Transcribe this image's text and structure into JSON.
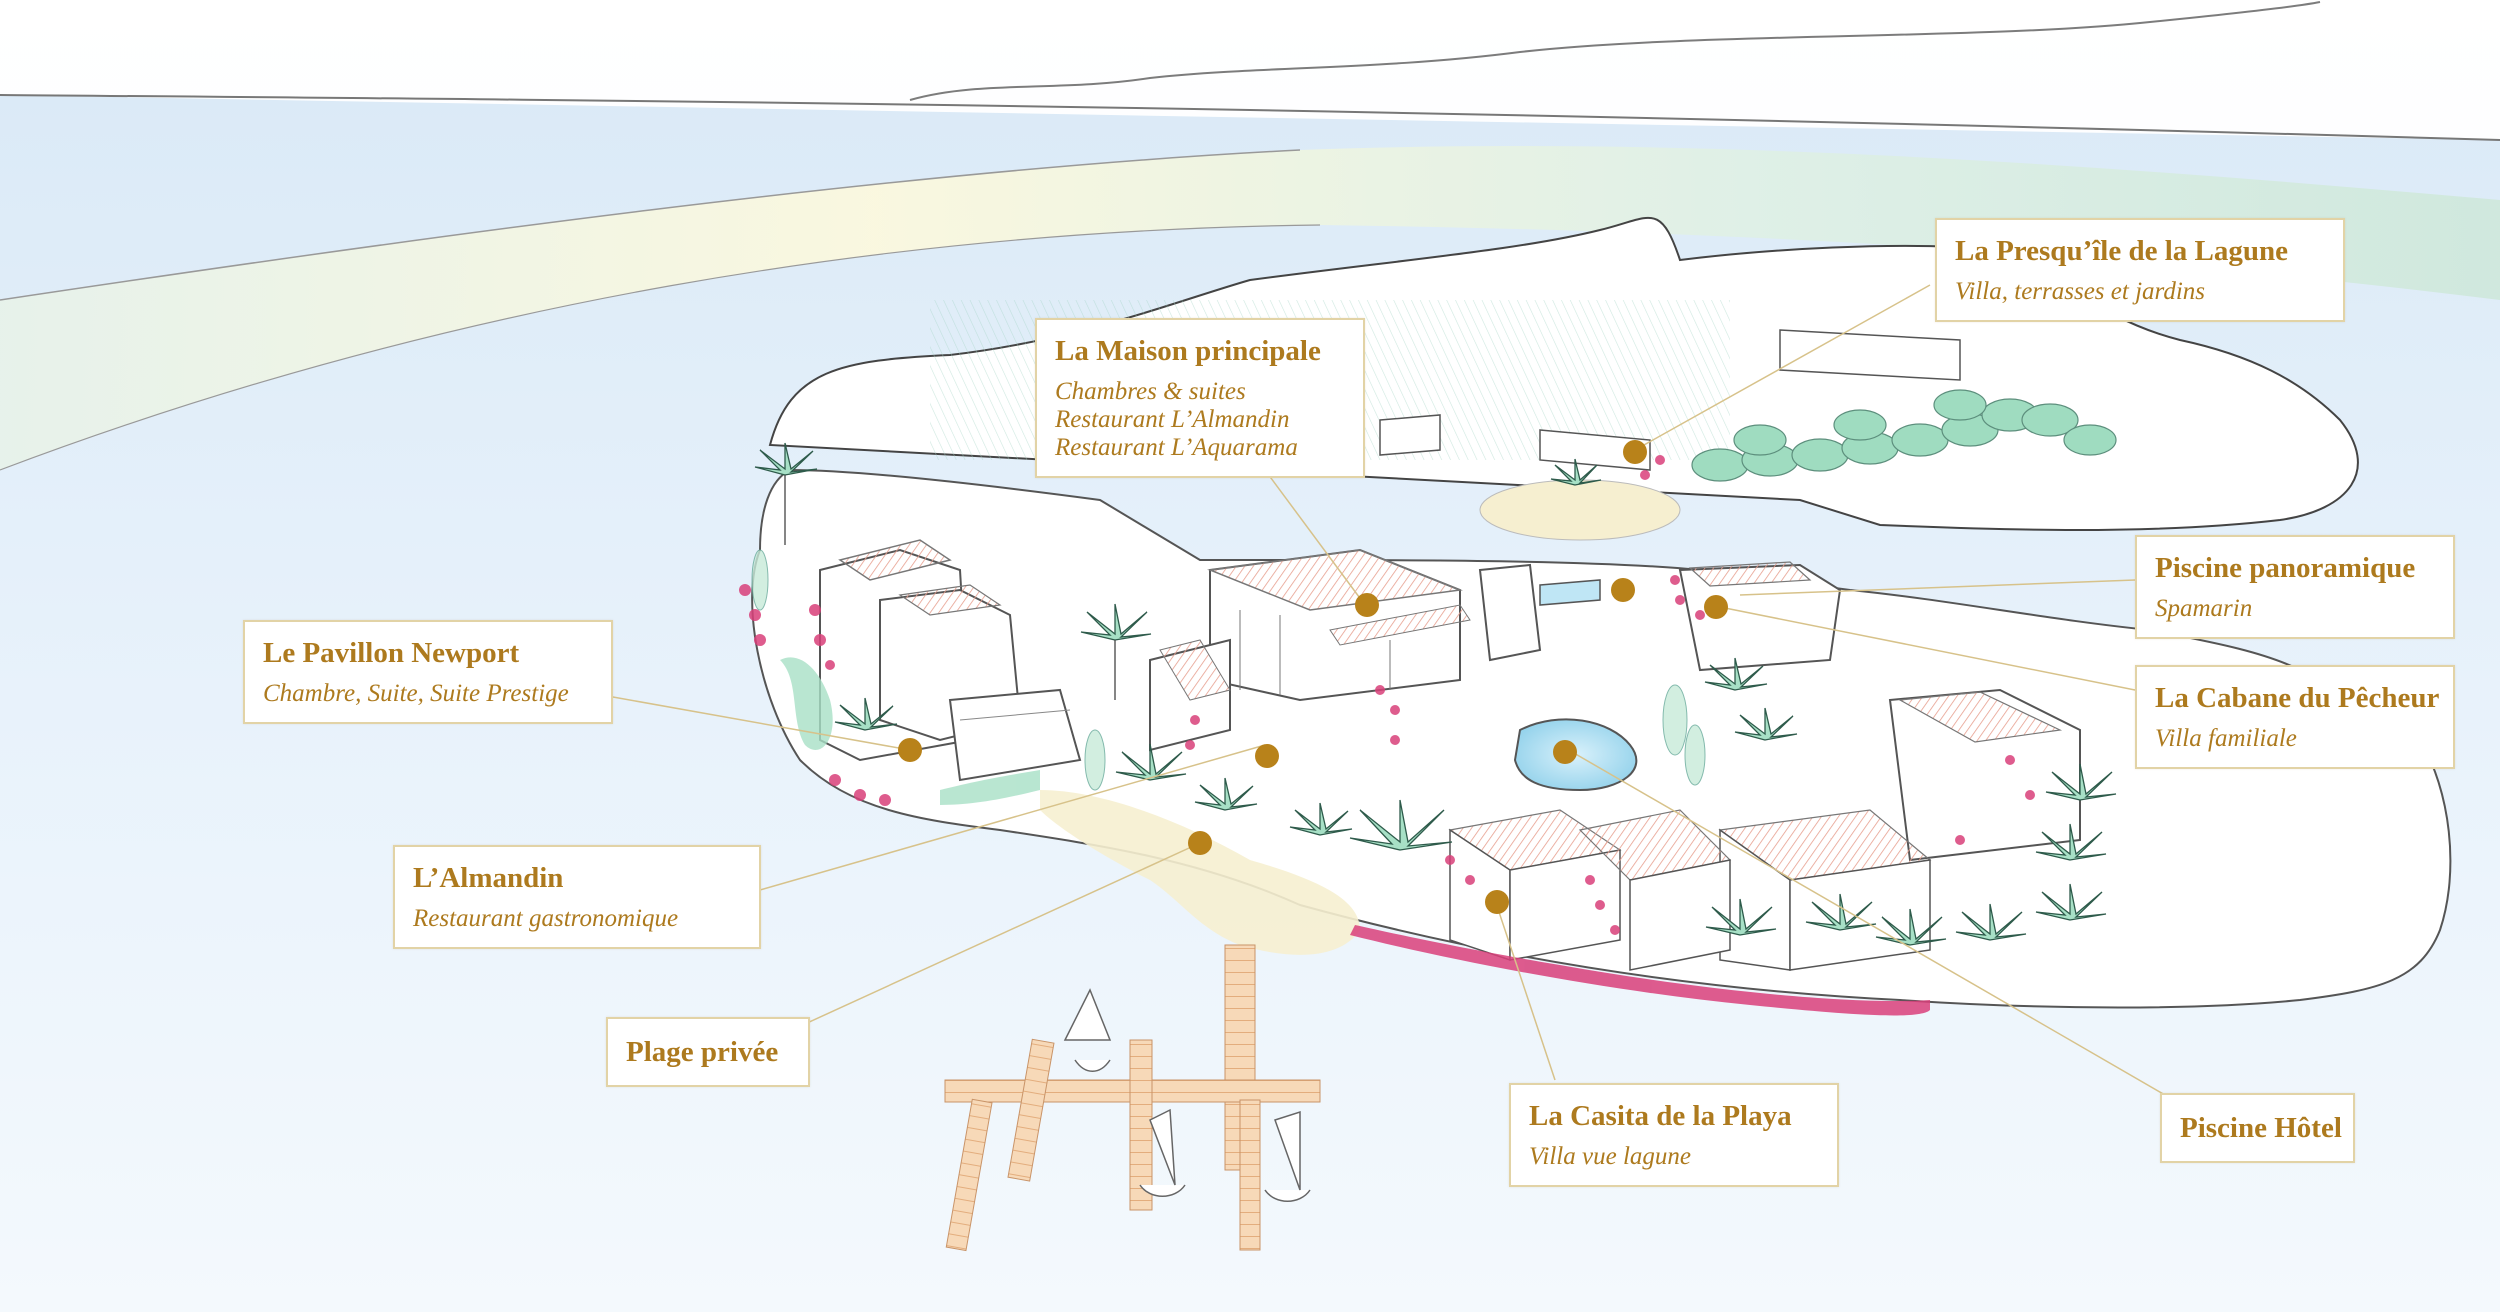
{
  "colors": {
    "label_text": "#ad7a1e",
    "label_border": "#e2d3a6",
    "marker": "#b8821a",
    "water": "#e6f1fb",
    "foliage": "#9fdcc0",
    "flowers": "#d9407a",
    "roof": "#e8a79a",
    "sand": "#f6efd0"
  },
  "locations": [
    {
      "id": "presquile",
      "title": "La Presqu’île de la Lagune",
      "lines": [
        "Villa, terrasses et jardins"
      ]
    },
    {
      "id": "maison",
      "title": "La Maison principale",
      "lines": [
        "Chambres & suites",
        "Restaurant L’Almandin",
        "Restaurant L’Aquarama"
      ]
    },
    {
      "id": "piscine-pano",
      "title": "Piscine panoramique",
      "lines": [
        "Spamarin"
      ]
    },
    {
      "id": "newport",
      "title": "Le Pavillon Newport",
      "lines": [
        "Chambre, Suite, Suite Prestige"
      ]
    },
    {
      "id": "cabane",
      "title": "La Cabane du Pêcheur",
      "lines": [
        "Villa familiale"
      ]
    },
    {
      "id": "almandin",
      "title": "L’Almandin",
      "lines": [
        "Restaurant gastronomique"
      ]
    },
    {
      "id": "plage",
      "title": "Plage privée",
      "lines": []
    },
    {
      "id": "casita",
      "title": "La Casita de la Playa",
      "lines": [
        "Villa vue lagune"
      ]
    },
    {
      "id": "piscine-hotel",
      "title": "Piscine Hôtel",
      "lines": []
    }
  ]
}
